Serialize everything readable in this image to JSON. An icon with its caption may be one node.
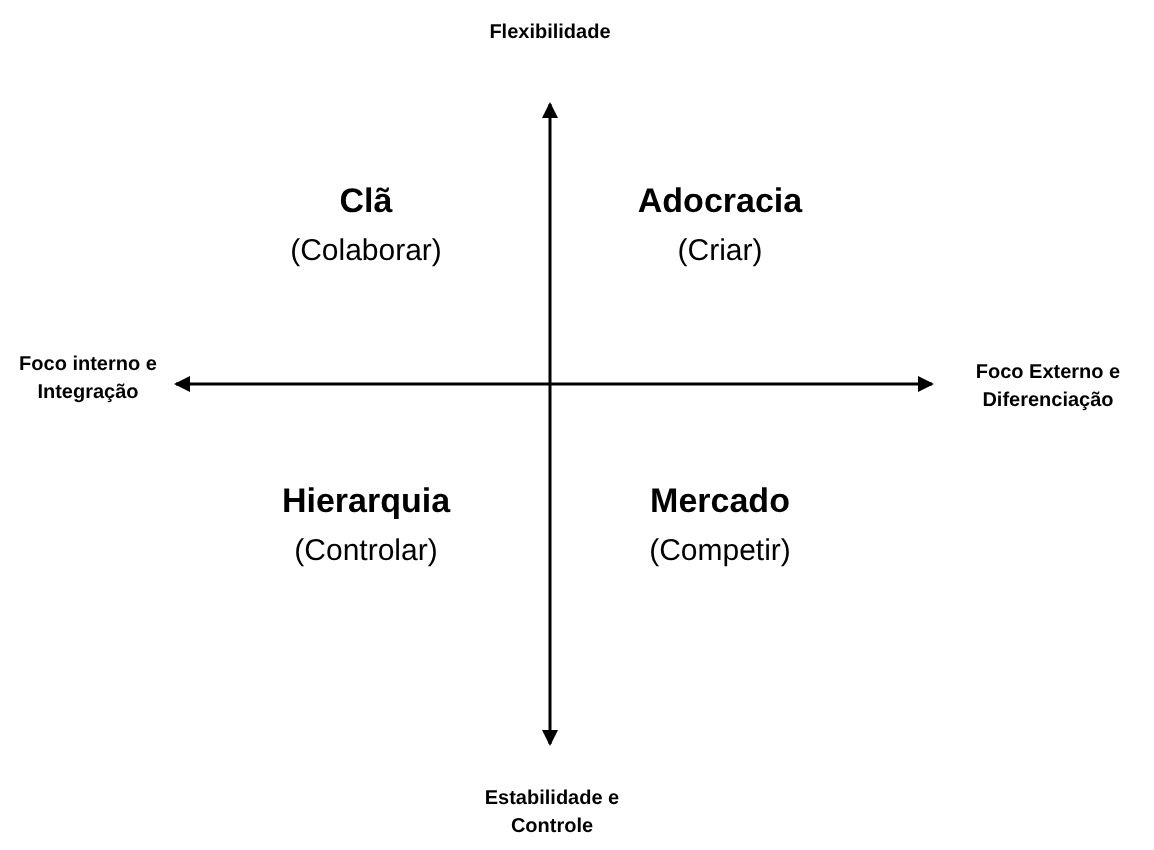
{
  "diagram": {
    "labels": [
      "Flexibilidade",
      "Clã",
      "(Colaborar)",
      "Adocracia",
      "(Criar)",
      "Foco interno e Integração",
      "Foco Externo e Diferenciação",
      "Hierarquia",
      "(Controlar)",
      "Mercado",
      "(Competir)",
      "Estabilidade e Controle"
    ]
  }
}
